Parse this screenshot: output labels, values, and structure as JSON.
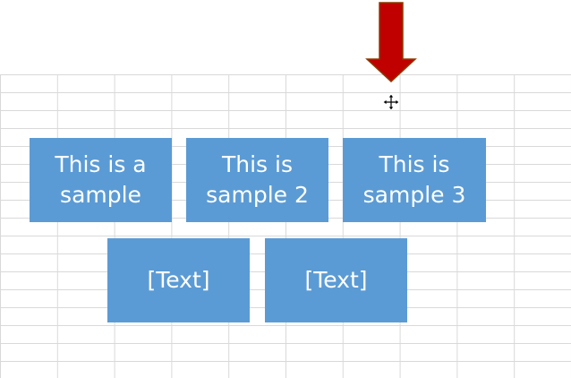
{
  "sheet": {
    "shapes": [
      {
        "text": "This is a sample"
      },
      {
        "text": "This is sample 2"
      },
      {
        "text": "This is sample 3"
      },
      {
        "text": "[Text]"
      },
      {
        "text": "[Text]"
      }
    ]
  },
  "colors": {
    "shape_fill": "#5b9bd5",
    "shape_text": "#ffffff",
    "arrow_fill": "#c00000",
    "arrow_outline": "#8b3a00",
    "gridline": "#d9d9d9"
  },
  "icons": {
    "pointer_arrow": "down-arrow-icon",
    "cursor": "move-cursor-icon"
  }
}
